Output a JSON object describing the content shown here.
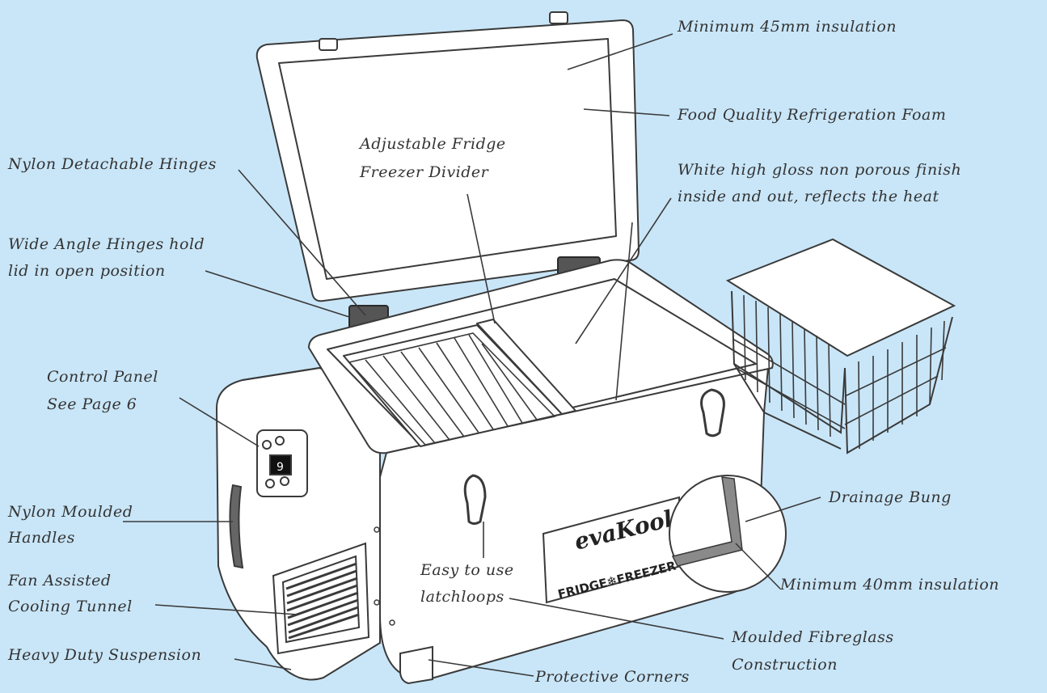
{
  "labels": {
    "insulation_45": "Minimum 45mm insulation",
    "foam": "Food Quality Refrigeration Foam",
    "divider_l1": "Adjustable Fridge",
    "divider_l2": "Freezer Divider",
    "hinges": "Nylon Detachable Hinges",
    "finish_l1": "White high gloss non porous finish",
    "finish_l2": "inside and out, reflects the heat",
    "wide_angle_l1": "Wide Angle Hinges hold",
    "wide_angle_l2": "lid in open position",
    "control_l1": "Control Panel",
    "control_l2": "See Page 6",
    "drainage": "Drainage Bung",
    "handles_l1": "Nylon Moulded",
    "handles_l2": "Handles",
    "latch_l1": "Easy to use",
    "latch_l2": "latchloops",
    "insulation_40": "Minimum 40mm insulation",
    "fan_l1": "Fan Assisted",
    "fan_l2": "Cooling Tunnel",
    "fibreglass_l1": "Moulded Fibreglass",
    "fibreglass_l2": "Construction",
    "suspension": "Heavy Duty Suspension",
    "corners": "Protective Corners"
  },
  "product": {
    "brand": "evaKool",
    "badge": "FRIDGE❄FREEZER",
    "display_digit": "9"
  },
  "colors": {
    "background": "#c9e6f8",
    "fridge_body": "#ffffff",
    "outline": "#3a3a3a",
    "insulation": "#8a8a8a",
    "label_text": "#333333"
  }
}
